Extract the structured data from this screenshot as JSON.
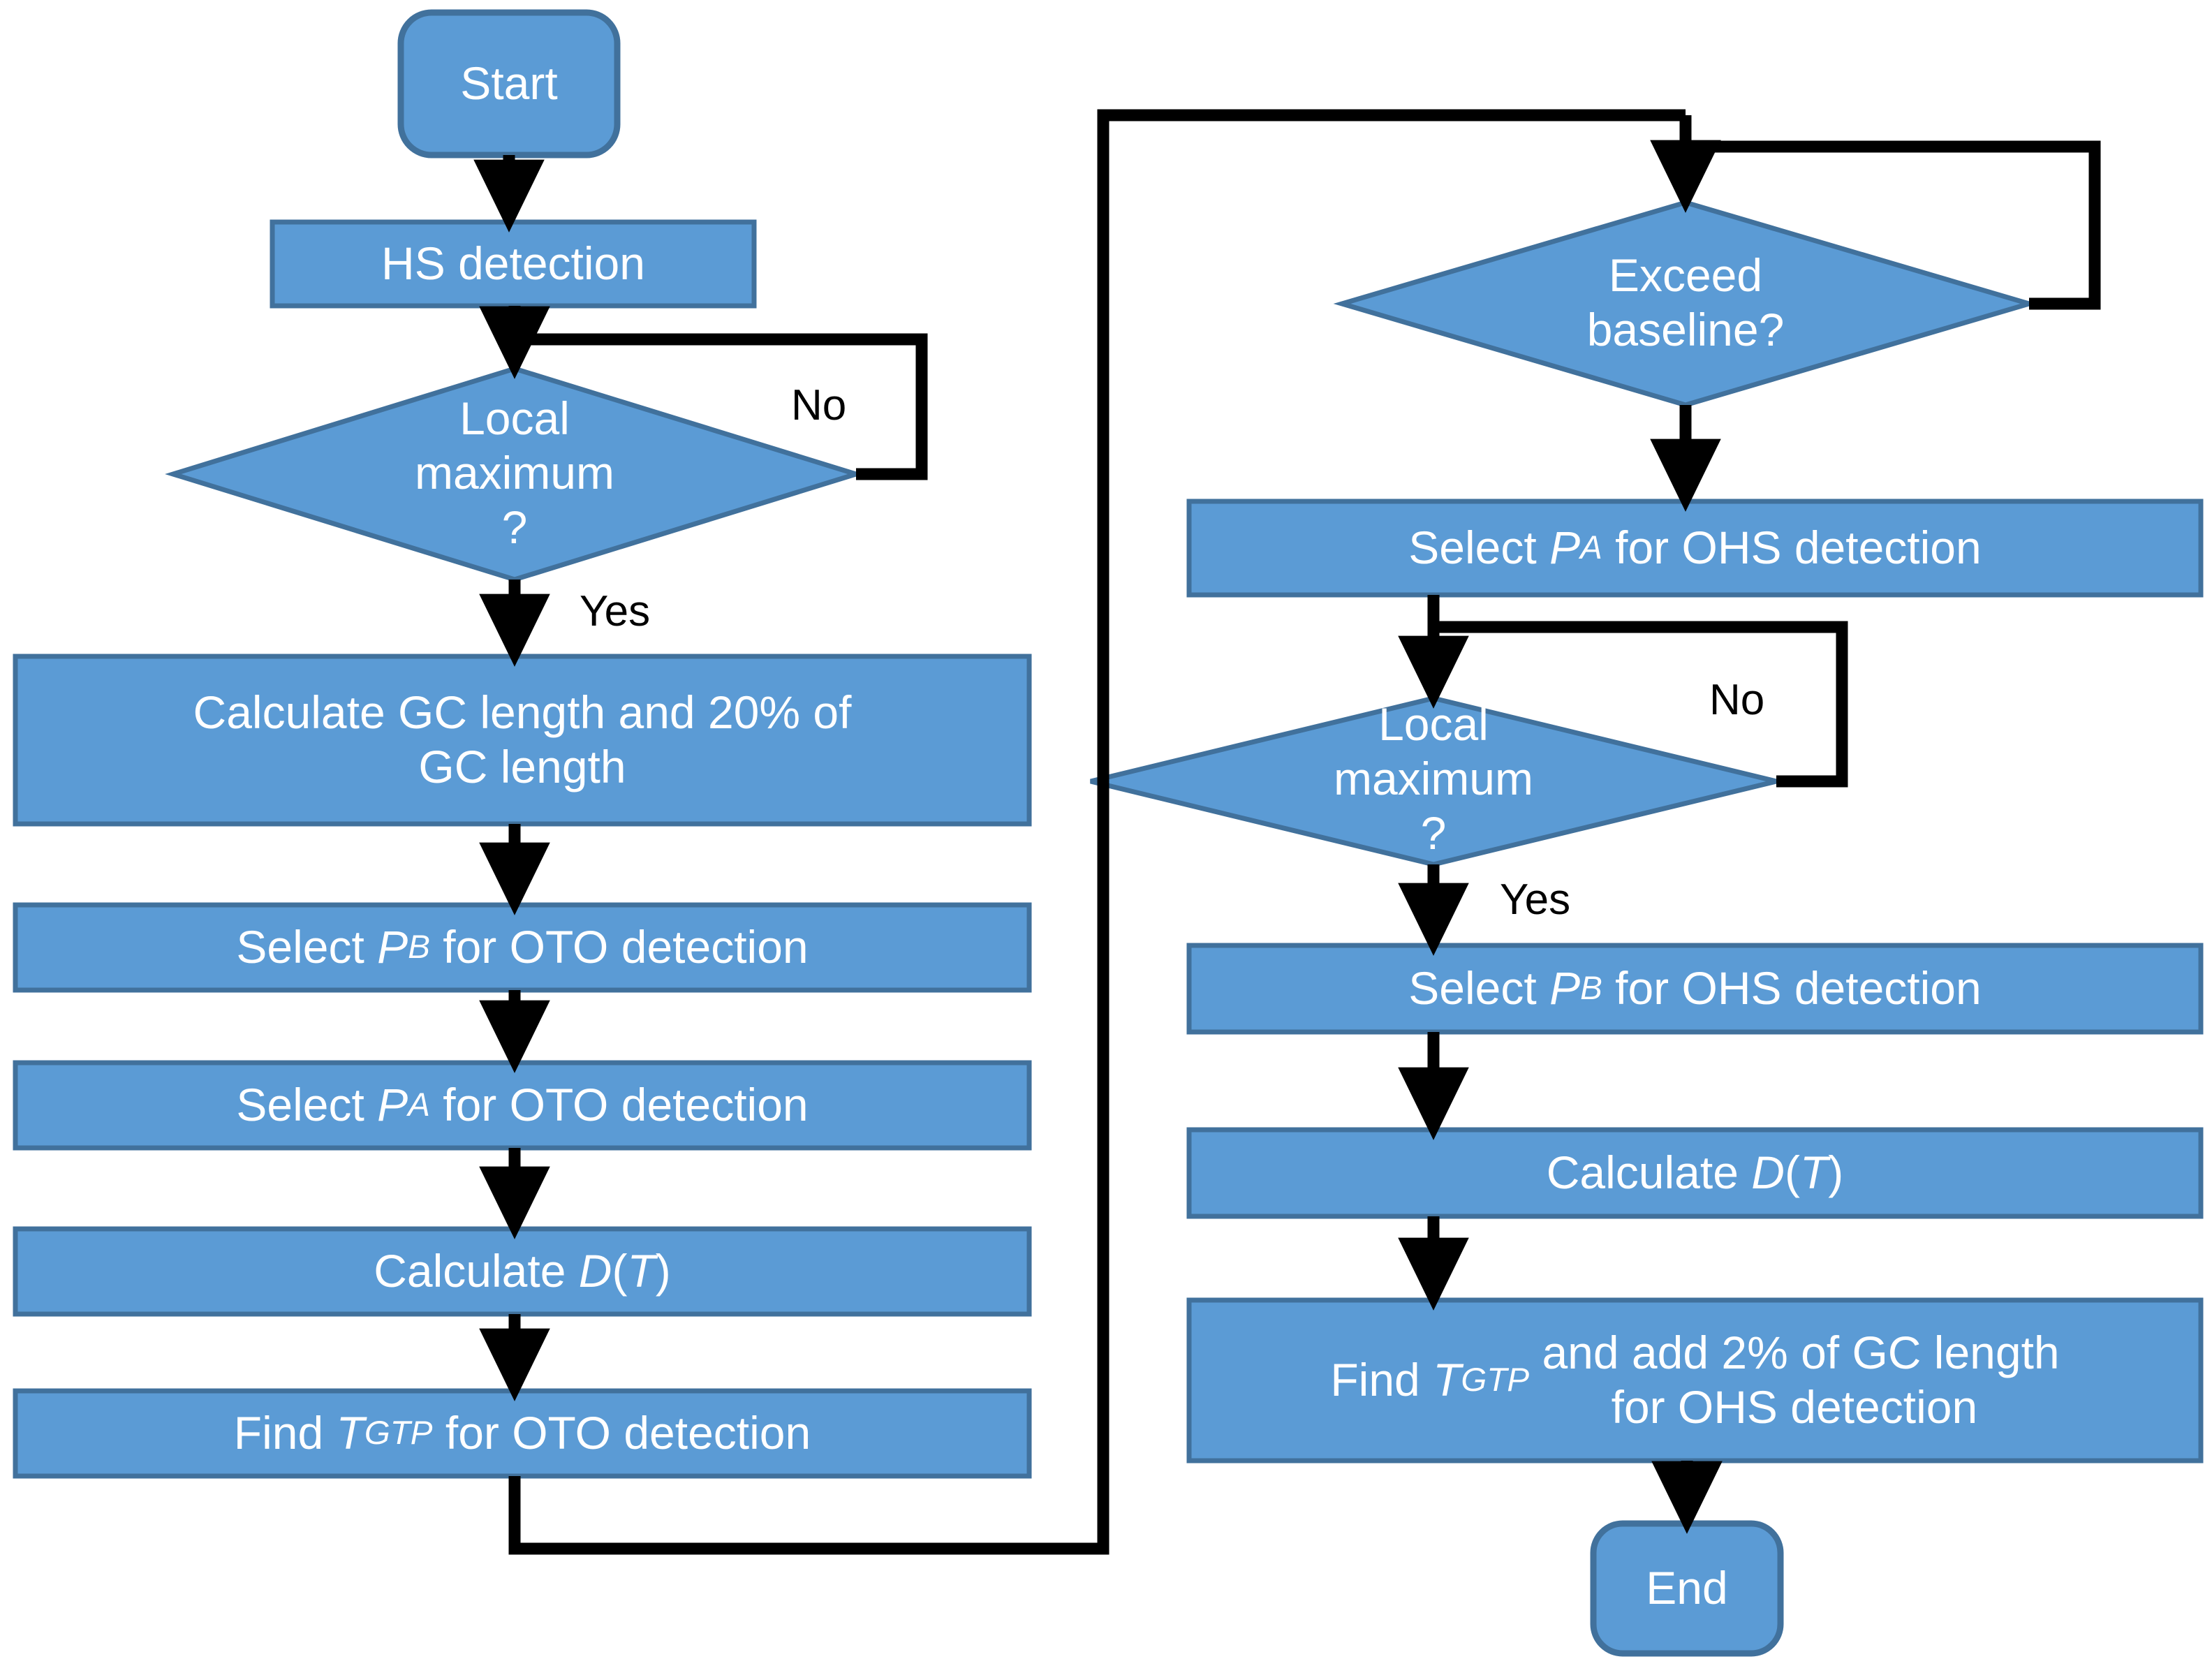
{
  "diagram": {
    "title": "HS / OTO / OHS detection flowchart",
    "colors": {
      "node_fill": "#5B9BD5",
      "node_border": "#41719C",
      "connector": "#000000",
      "node_text": "#FFFFFF",
      "edge_text": "#000000",
      "background": "#FFFFFF"
    },
    "nodes": [
      {
        "id": "start",
        "type": "terminator",
        "text": "Start"
      },
      {
        "id": "hs_detect",
        "type": "process",
        "text": "HS detection"
      },
      {
        "id": "local_max_1",
        "type": "decision",
        "text": "Local\nmaximum\n?"
      },
      {
        "id": "calc_gc",
        "type": "process",
        "text": "Calculate GC length and 20% of\nGC length"
      },
      {
        "id": "select_pb_oto",
        "type": "process",
        "text_parts": [
          "Select ",
          "P",
          "B",
          " for OTO detection"
        ]
      },
      {
        "id": "select_pa_oto",
        "type": "process",
        "text_parts": [
          "Select ",
          "P",
          "A",
          " for OTO detection"
        ]
      },
      {
        "id": "calc_dt_oto",
        "type": "process",
        "text_parts": [
          "Calculate ",
          "D",
          "",
          "(T)"
        ]
      },
      {
        "id": "find_tgtp_oto",
        "type": "process",
        "text_parts": [
          "Find ",
          "T",
          "GTP",
          " for OTO detection"
        ]
      },
      {
        "id": "exceed_base",
        "type": "decision",
        "text": "Exceed\nbaseline?"
      },
      {
        "id": "select_pa_ohs",
        "type": "process",
        "text_parts": [
          "Select ",
          "P",
          "A",
          " for OHS detection"
        ]
      },
      {
        "id": "local_max_2",
        "type": "decision",
        "text": "Local\nmaximum\n?"
      },
      {
        "id": "select_pb_ohs",
        "type": "process",
        "text_parts": [
          "Select ",
          "P",
          "B",
          " for OHS detection"
        ]
      },
      {
        "id": "calc_dt_ohs",
        "type": "process",
        "text_parts": [
          "Calculate ",
          "D",
          "",
          "(T)"
        ]
      },
      {
        "id": "find_tgtp_ohs",
        "type": "process",
        "text_parts": [
          "Find ",
          "T",
          "GTP",
          " and add 2% of GC length\nfor OHS detection"
        ]
      },
      {
        "id": "end",
        "type": "terminator",
        "text": "End"
      }
    ],
    "edge_labels": [
      {
        "id": "no_1",
        "text": "No",
        "from": "local_max_1"
      },
      {
        "id": "yes_1",
        "text": "Yes",
        "from": "local_max_1"
      },
      {
        "id": "no_2",
        "text": "No",
        "from": "local_max_2"
      },
      {
        "id": "yes_2",
        "text": "Yes",
        "from": "local_max_2"
      }
    ]
  },
  "labels": {
    "start": "Start",
    "hs_detection": "HS detection",
    "local_maximum_1": "Local\nmaximum\n?",
    "calculate_gc": "Calculate GC length and 20% of\nGC length",
    "exceed_baseline": "Exceed\nbaseline?",
    "local_maximum_2": "Local\nmaximum\n?",
    "end": "End",
    "no_1": "No",
    "yes_1": "Yes",
    "no_2": "No",
    "yes_2": "Yes"
  }
}
